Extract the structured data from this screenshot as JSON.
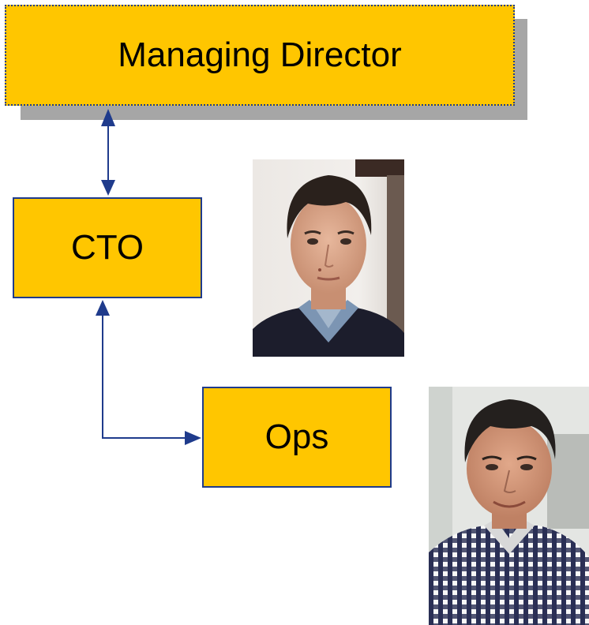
{
  "diagram": {
    "nodes": [
      {
        "id": "managing-director",
        "label": "Managing Director"
      },
      {
        "id": "cto",
        "label": "CTO"
      },
      {
        "id": "ops",
        "label": "Ops"
      }
    ],
    "edges": [
      {
        "from": "managing-director",
        "to": "cto",
        "direction": "both"
      },
      {
        "from": "cto",
        "to": "ops",
        "direction": "both"
      }
    ]
  },
  "colors": {
    "box_fill": "#ffc600",
    "box_border": "#1f3b8c",
    "connector": "#1f3b8c",
    "shadow": "#a6a6a6"
  },
  "images": [
    {
      "id": "photo-1",
      "content": "portrait photo"
    },
    {
      "id": "photo-2",
      "content": "portrait photo"
    }
  ]
}
